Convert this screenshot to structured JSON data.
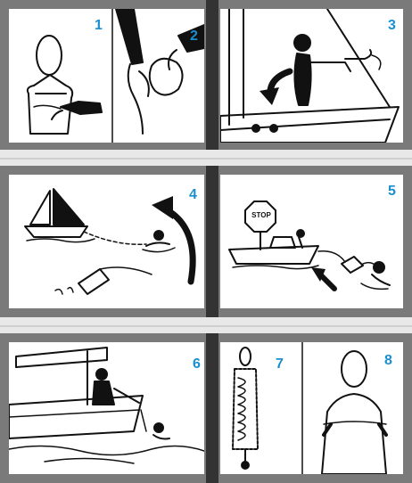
{
  "colors": {
    "frame": "#7a7a7a",
    "divider": "#333333",
    "panel_bg": "#ffffff",
    "step_number": "#1a8fd0",
    "line_art": "#111111"
  },
  "steps": [
    {
      "number": "1"
    },
    {
      "number": "2"
    },
    {
      "number": "3"
    },
    {
      "number": "4"
    },
    {
      "number": "5",
      "sign_text": "STOP"
    },
    {
      "number": "6"
    },
    {
      "number": "7"
    },
    {
      "number": "8"
    }
  ]
}
